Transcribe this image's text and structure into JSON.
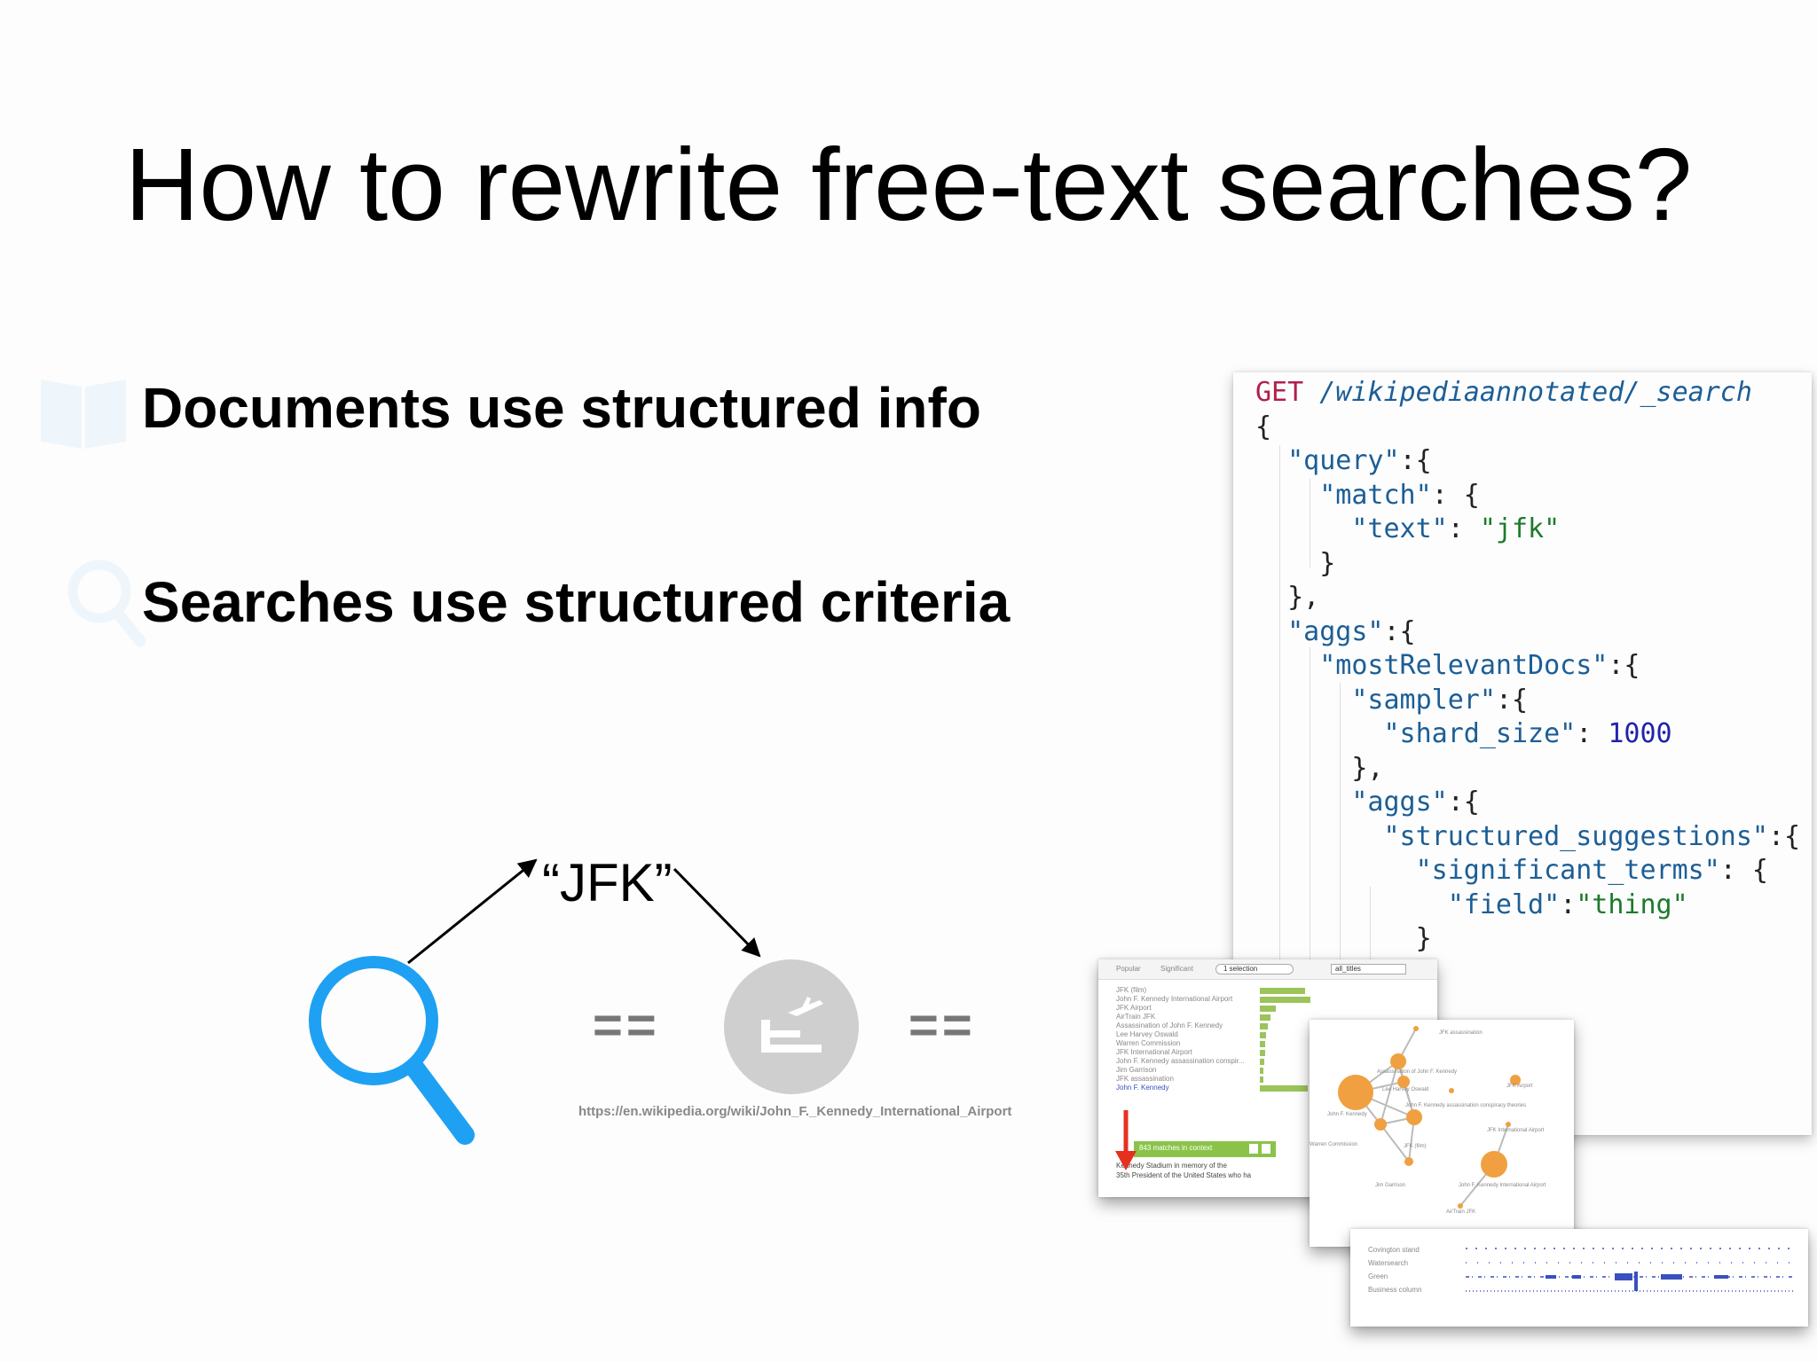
{
  "slide": {
    "title": "How to rewrite free-text searches?",
    "bullets": [
      {
        "text": "Documents use structured info",
        "icon": "book-icon"
      },
      {
        "text": "Searches use structured criteria",
        "icon": "search-icon"
      }
    ]
  },
  "diagram": {
    "query_label": "“JFK”",
    "equals_left": "==",
    "equals_right": "==",
    "airport_icon": "airport-icon",
    "url": "https://en.wikipedia.org/wiki/John_F._Kennedy_International_Airport",
    "colors": {
      "search_icon": "#1ea1f2",
      "airport_circle": "#cfcfcf",
      "arrow": "#000000"
    }
  },
  "code": {
    "method": "GET",
    "path": "/wikipediaannotated/_search",
    "query_key": "\"query\"",
    "match_key": "\"match\"",
    "text_key": "\"text\"",
    "text_value": "\"jfk\"",
    "aggs_key": "\"aggs\"",
    "most_relevant_key": "\"mostRelevantDocs\"",
    "sampler_key": "\"sampler\"",
    "shard_size_key": "\"shard_size\"",
    "shard_size_value": "1000",
    "structured_key": "\"structured_suggestions\"",
    "significant_key": "\"significant_terms\"",
    "field_key": "\"field\"",
    "field_value": "\"thing\""
  },
  "thumbnail_1": {
    "toolbar": [
      "Popular",
      "Significant",
      "1 selection",
      "all_titles"
    ],
    "items": [
      "JFK (film)",
      "John F. Kennedy International Airport",
      "JFK Airport",
      "AirTrain JFK",
      "Assassination of John F. Kennedy",
      "Lee Harvey Oswald",
      "Warren Commission",
      "JFK International Airport",
      "John F. Kennedy assassination conspir...",
      "Jim Garrison",
      "JFK assassination",
      "John F. Kennedy"
    ],
    "bar_values": [
      0.85,
      0.95,
      0.3,
      0.2,
      0.15,
      0.12,
      0.1,
      0.1,
      0.08,
      0.07,
      0.06,
      0.9
    ],
    "matches_label": "843 matches in context",
    "snippet_line1": "Kennedy Stadium in memory of the",
    "snippet_line2": "35th President of the United States who ha"
  },
  "thumbnail_2": {
    "nodes": [
      "JFK assassination",
      "Assassination of John F. Kennedy",
      "John F. Kennedy",
      "Lee Harvey Oswald",
      "John F. Kennedy assassination conspiracy theories",
      "JFK Airport",
      "JFK International Airport",
      "Warren Commission",
      "JFK (film)",
      "John F. Kennedy International Airport",
      "Jim Garrison",
      "AirTrain JFK"
    ]
  },
  "thumbnail_3": {
    "rows": [
      "Covington stand",
      "Watersearch",
      "Green",
      "Business column"
    ]
  }
}
